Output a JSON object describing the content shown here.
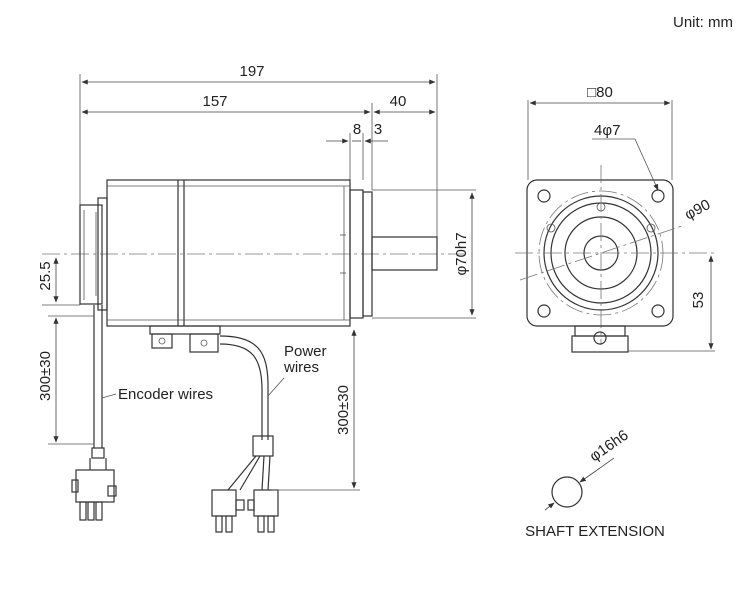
{
  "unit_label": "Unit: mm",
  "dimensions": {
    "overall_length": "197",
    "body_length": "157",
    "shaft_length": "40",
    "flange_thickness": "8",
    "shaft_shoulder": "3",
    "pilot_diameter": "φ70h7",
    "encoder_offset": "25.5",
    "encoder_lead_length": "300±30",
    "power_lead_length": "300±30",
    "flange_square": "□80",
    "mount_holes": "4φ7",
    "bolt_circle": "φ90",
    "shaft_height": "53",
    "shaft_diameter": "φ16h6"
  },
  "labels": {
    "encoder_wires": "Encoder wires",
    "power_wires_line1": "Power",
    "power_wires_line2": "wires",
    "shaft_extension": "SHAFT EXTENSION"
  }
}
